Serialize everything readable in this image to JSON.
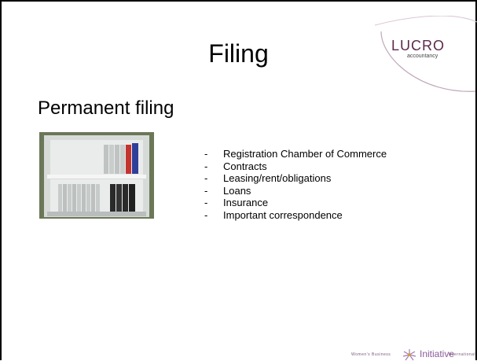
{
  "slide": {
    "title": "Filing",
    "subtitle": "Permanent filing"
  },
  "logo": {
    "word": "LUCRO",
    "sub": "accountancy"
  },
  "bullets": [
    "Registration Chamber of Commerce",
    "Contracts",
    "Leasing/rent/obligations",
    "Loans",
    "Insurance",
    "Important correspondence"
  ],
  "footer": {
    "left_text": "Women's Business",
    "word": "Initiative",
    "right_text": "International"
  },
  "colors": {
    "logo_accent": "#5a2a4a",
    "footer_accent": "#8a5a9a"
  },
  "icons": {
    "photo": "bookshelf-photo-icon",
    "footer_flower": "flower-icon"
  }
}
